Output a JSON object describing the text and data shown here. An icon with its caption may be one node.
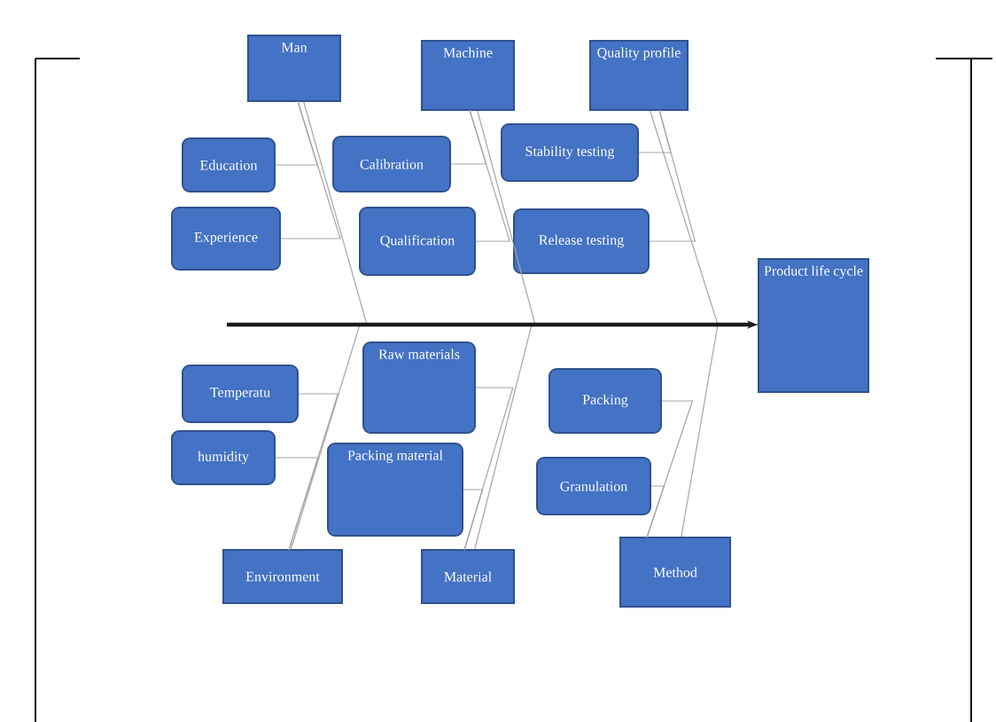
{
  "diagram": {
    "nodes": [
      {
        "text": [
          "Man"
        ]
      },
      {
        "text": [
          "Machine"
        ]
      },
      {
        "text": [
          "Quality profile"
        ]
      },
      {
        "text": [
          "Education"
        ]
      },
      {
        "text": [
          "Calibration"
        ]
      },
      {
        "text": [
          "Stability testing"
        ]
      },
      {
        "text": [
          "Experience"
        ]
      },
      {
        "text": [
          "Qualification"
        ]
      },
      {
        "text": [
          "Release testing"
        ]
      },
      {
        "text": [
          "Product life cycle"
        ]
      },
      {
        "text": [
          "Temperatu"
        ]
      },
      {
        "text": [
          "Raw materials"
        ]
      },
      {
        "text": [
          "Packing"
        ]
      },
      {
        "text": [
          "humidity"
        ]
      },
      {
        "text": [
          "Packing material"
        ]
      },
      {
        "text": [
          "Granulation"
        ]
      },
      {
        "text": [
          "Environment"
        ]
      },
      {
        "text": [
          "Material"
        ]
      },
      {
        "text": [
          "Method"
        ]
      }
    ],
    "edges": [
      {
        "from": null,
        "to": 9,
        "arrow": "to",
        "style": "thick",
        "color": "#1a1a1a"
      },
      {
        "from": 0,
        "to": 9,
        "arrow": "none"
      },
      {
        "from": 1,
        "to": 9,
        "arrow": "none"
      },
      {
        "from": 2,
        "to": 9,
        "arrow": "none"
      },
      {
        "from": 16,
        "to": 9,
        "arrow": "none"
      },
      {
        "from": 17,
        "to": 9,
        "arrow": "none"
      },
      {
        "from": 18,
        "to": 9,
        "arrow": "none"
      },
      {
        "from": 3,
        "to": 0,
        "arrow": "none"
      },
      {
        "from": 6,
        "to": 0,
        "arrow": "none"
      },
      {
        "from": 4,
        "to": 1,
        "arrow": "none"
      },
      {
        "from": 7,
        "to": 1,
        "arrow": "none"
      },
      {
        "from": 5,
        "to": 2,
        "arrow": "none"
      },
      {
        "from": 8,
        "to": 2,
        "arrow": "none"
      },
      {
        "from": 10,
        "to": 16,
        "arrow": "none"
      },
      {
        "from": 13,
        "to": 16,
        "arrow": "none"
      },
      {
        "from": 11,
        "to": 17,
        "arrow": "none"
      },
      {
        "from": 14,
        "to": 17,
        "arrow": "none"
      },
      {
        "from": 12,
        "to": 18,
        "arrow": "none"
      },
      {
        "from": 15,
        "to": 18,
        "arrow": "none"
      }
    ]
  }
}
